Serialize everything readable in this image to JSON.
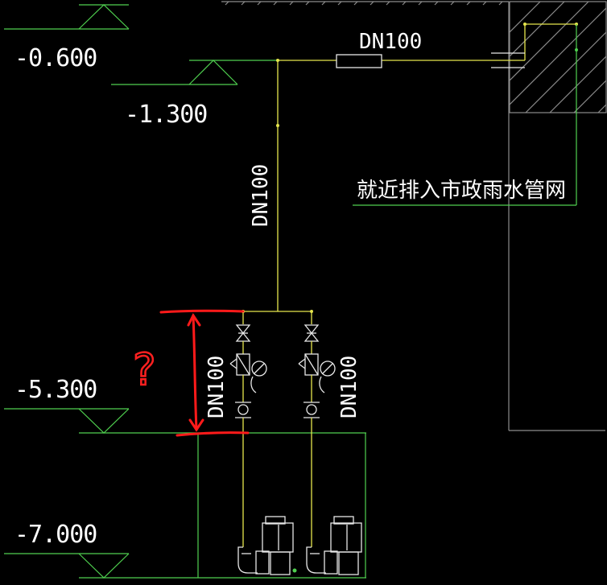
{
  "levels": {
    "level_1": "-0.600",
    "level_2": "-1.300",
    "level_3": "-5.300",
    "level_4": "-7.000"
  },
  "pipe_labels": {
    "top_horizontal": "DN100",
    "main_vertical": "DN100",
    "left_branch": "DN100",
    "right_branch": "DN100"
  },
  "discharge_note": "就近排入市政雨水管网",
  "annotation": {
    "question_mark": "?"
  },
  "colors": {
    "background": "#000000",
    "level_lines": "#4fd04f",
    "pipe": "#e6e64d",
    "text": "#ffffff",
    "annotation": "#ff1a1a",
    "wall": "#8c8c8c"
  }
}
